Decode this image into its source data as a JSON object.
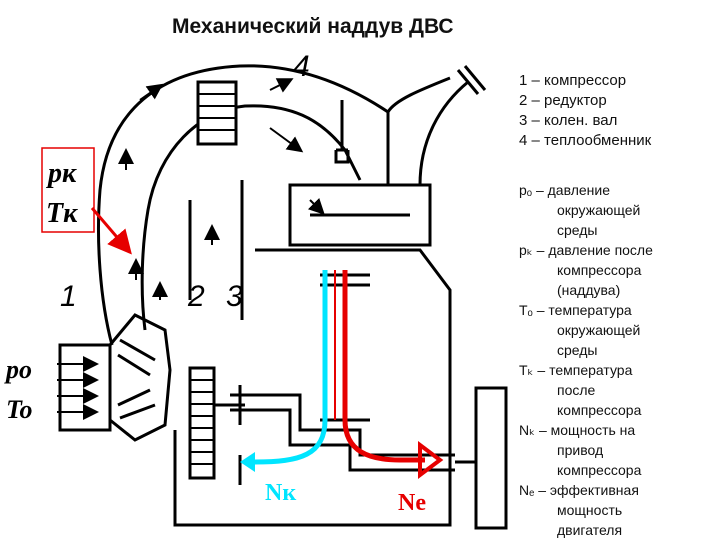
{
  "title": "Механический наддув ДВС",
  "legend": [
    "1 – компрессор",
    "2 – редуктор",
    "3 – колен. вал",
    "4 – теплообменник"
  ],
  "definitions": [
    {
      "head": "pₒ – давление",
      "cont": [
        "окружающей",
        "среды"
      ]
    },
    {
      "head": "pₖ – давление после",
      "cont": [
        "компрессора",
        "(наддува)"
      ]
    },
    {
      "head": "Tₒ – температура",
      "cont": [
        "окружающей",
        "среды"
      ]
    },
    {
      "head": "Tₖ – температура",
      "cont": [
        "после",
        "компрессора"
      ]
    },
    {
      "head": "Nₖ – мощность на",
      "cont": [
        "привод",
        "компрессора"
      ]
    },
    {
      "head": "Nₑ – эффективная",
      "cont": [
        "мощность",
        "двигателя"
      ]
    }
  ],
  "diagram": {
    "part_numbers": [
      "1",
      "2",
      "3",
      "4"
    ],
    "inlet_pressure": "po",
    "inlet_temperature": "To",
    "boost_pressure": "pк",
    "boost_temperature": "Tк",
    "compressor_power": "Nк",
    "effective_power": "Ne",
    "colors": {
      "line": "#000000",
      "compressor_flow": "#00e5ff",
      "engine_flow": "#e60000",
      "callout_border": "#e60000"
    }
  }
}
